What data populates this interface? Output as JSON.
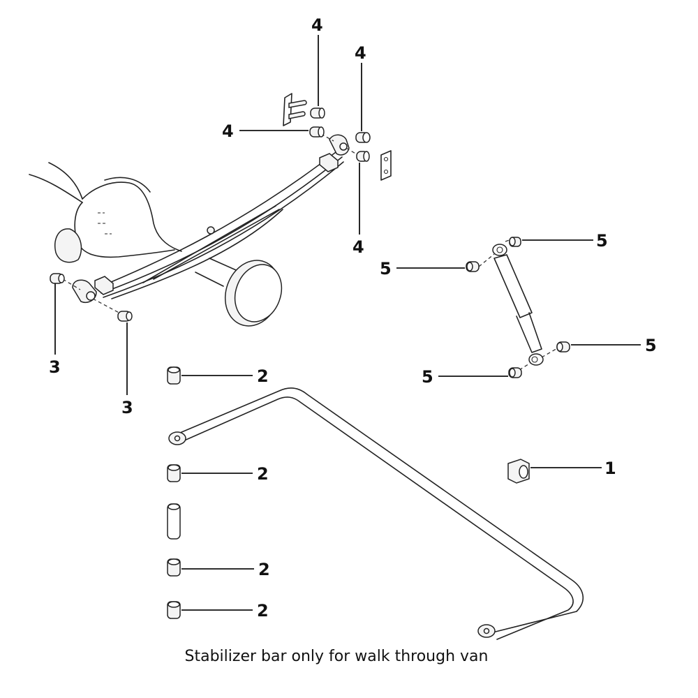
{
  "diagram": {
    "title": "Rear suspension parts",
    "caption": "Stabilizer bar only for walk through van",
    "callouts": [
      {
        "part": "stabilizer-bar-bushing",
        "label": "1"
      },
      {
        "part": "stabilizer-link-bushing-a",
        "label": "2"
      },
      {
        "part": "stabilizer-link-bushing-b",
        "label": "2"
      },
      {
        "part": "stabilizer-link-bushing-c",
        "label": "2"
      },
      {
        "part": "stabilizer-link-bushing-d",
        "label": "2"
      },
      {
        "part": "leaf-spring-front-bushing-a",
        "label": "3"
      },
      {
        "part": "leaf-spring-front-bushing-b",
        "label": "3"
      },
      {
        "part": "shackle-bushing-a",
        "label": "4"
      },
      {
        "part": "shackle-bushing-b",
        "label": "4"
      },
      {
        "part": "shackle-bushing-c",
        "label": "4"
      },
      {
        "part": "shackle-bushing-d",
        "label": "4"
      },
      {
        "part": "shock-absorber-bushing-a",
        "label": "5"
      },
      {
        "part": "shock-absorber-bushing-b",
        "label": "5"
      },
      {
        "part": "shock-absorber-bushing-c",
        "label": "5"
      },
      {
        "part": "shock-absorber-bushing-d",
        "label": "5"
      }
    ]
  }
}
